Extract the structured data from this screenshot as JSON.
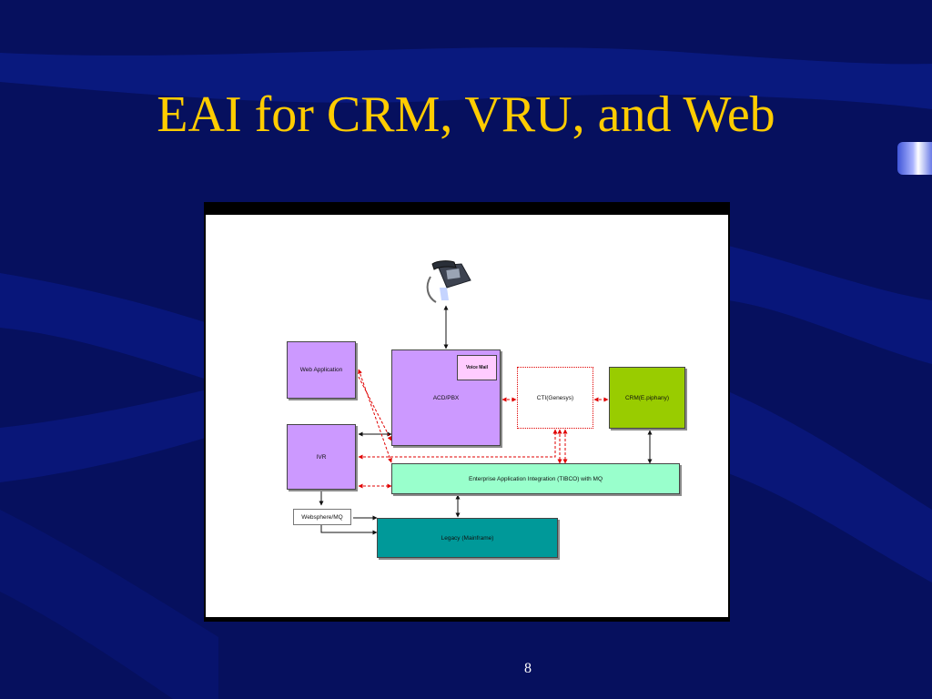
{
  "slide": {
    "title": "EAI for CRM, VRU, and Web",
    "page_number": "8"
  },
  "diagram": {
    "nodes": {
      "web_application": "Web Application",
      "ivr": "IVR",
      "acd_pbx": "ACD/PBX",
      "voice_mail": "Voice Mail",
      "cti": "CTI(Genesys)",
      "crm": "CRM(E.piphany)",
      "eai": "Enterprise Application Integration (TIBCO) with MQ",
      "websphere_mq": "Websphere/MQ",
      "legacy": "Legacy (Mainframe)"
    },
    "phone_icon": "telephone-icon"
  },
  "colors": {
    "background": "#06105e",
    "title": "#ffcc00",
    "purple_box": "#cc99ff",
    "pink_box": "#ffccff",
    "green_box": "#99cc00",
    "mint_box": "#99ffcc",
    "teal_box": "#009999",
    "dashed_arrow": "#e00000"
  }
}
